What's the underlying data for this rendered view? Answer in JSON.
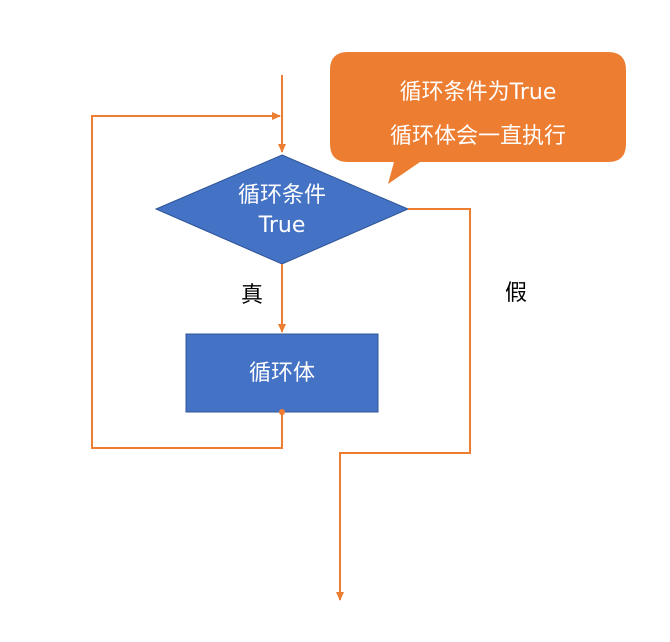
{
  "colors": {
    "arrow": "#ED7D31",
    "node_fill": "#4472C4",
    "node_stroke": "#2F5597",
    "callout_fill": "#ED7D31",
    "node_text": "#FFFFFF",
    "label_text": "#000000"
  },
  "condition": {
    "line1": "循环条件",
    "line2": "True"
  },
  "loop_body": {
    "label": "循环体"
  },
  "branches": {
    "true_label": "真",
    "false_label": "假"
  },
  "callout": {
    "line1": "循环条件为True",
    "line2": "循环体会一直执行"
  }
}
